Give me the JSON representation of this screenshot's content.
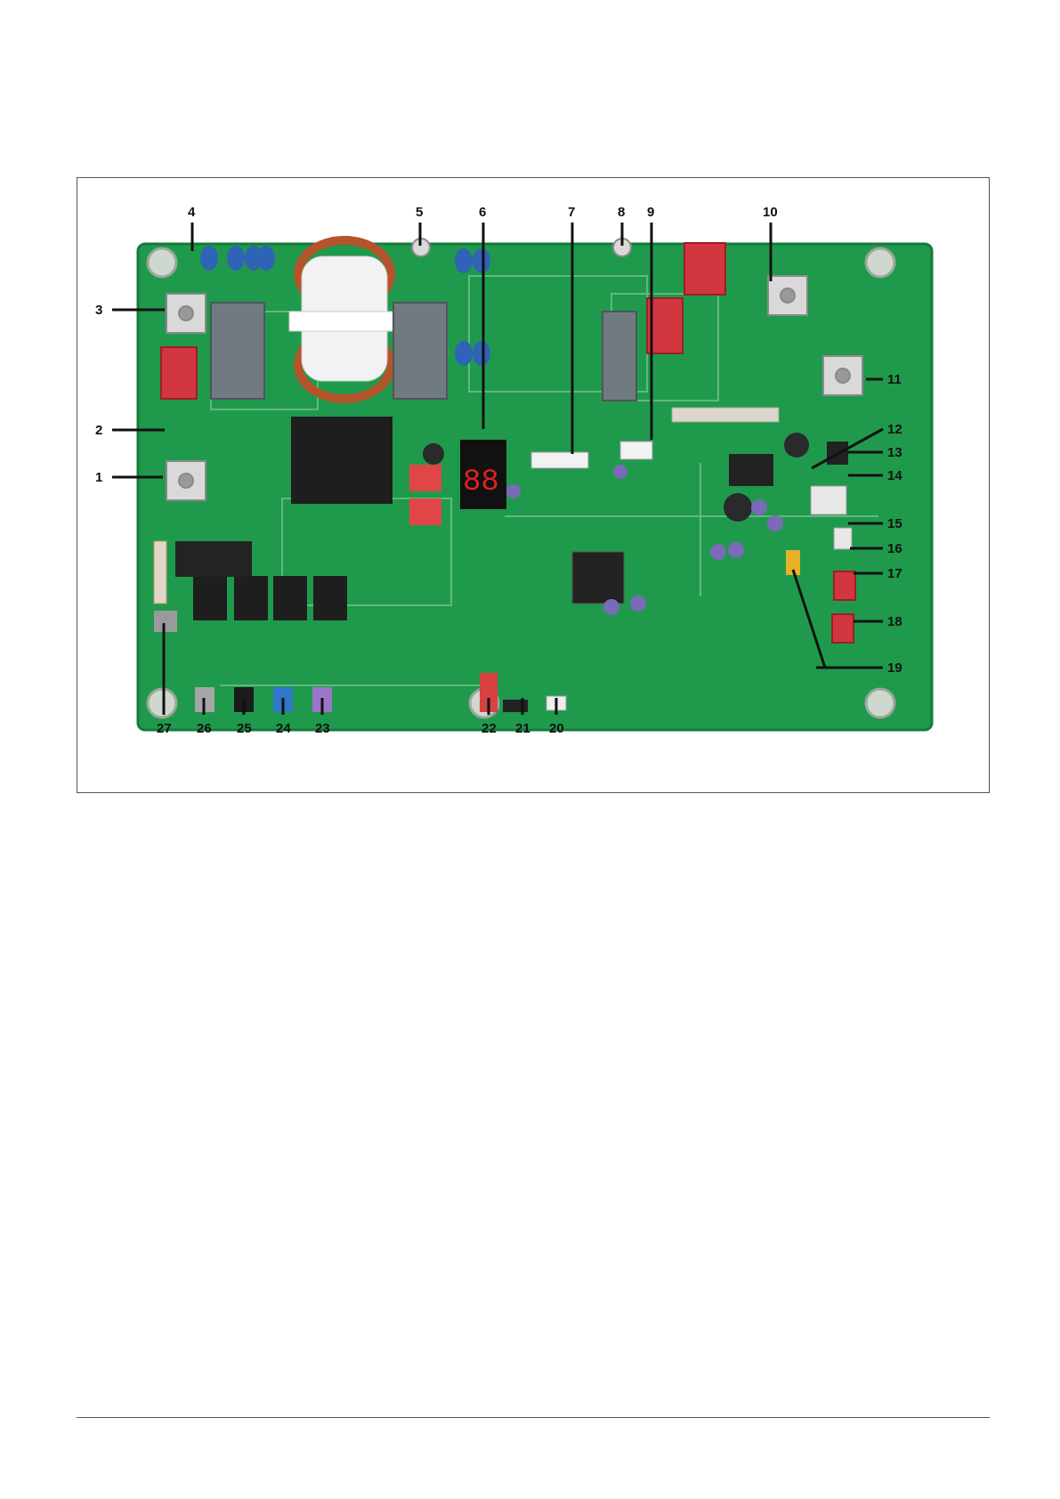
{
  "figure": {
    "board_color": "#1f9a4c",
    "silkscreen_color": "#e8f3ea",
    "callouts": [
      {
        "label": "1",
        "side": "left"
      },
      {
        "label": "2",
        "side": "left"
      },
      {
        "label": "3",
        "side": "left"
      },
      {
        "label": "4",
        "side": "top"
      },
      {
        "label": "5",
        "side": "top"
      },
      {
        "label": "6",
        "side": "top"
      },
      {
        "label": "7",
        "side": "top"
      },
      {
        "label": "8",
        "side": "top"
      },
      {
        "label": "9",
        "side": "top"
      },
      {
        "label": "10",
        "side": "top"
      },
      {
        "label": "11",
        "side": "right"
      },
      {
        "label": "12",
        "side": "right"
      },
      {
        "label": "13",
        "side": "right"
      },
      {
        "label": "14",
        "side": "right"
      },
      {
        "label": "15",
        "side": "right"
      },
      {
        "label": "16",
        "side": "right"
      },
      {
        "label": "17",
        "side": "right"
      },
      {
        "label": "18",
        "side": "right"
      },
      {
        "label": "19",
        "side": "right"
      },
      {
        "label": "20",
        "side": "bottom"
      },
      {
        "label": "21",
        "side": "bottom"
      },
      {
        "label": "22",
        "side": "bottom"
      },
      {
        "label": "23",
        "side": "bottom"
      },
      {
        "label": "24",
        "side": "bottom"
      },
      {
        "label": "25",
        "side": "bottom"
      },
      {
        "label": "26",
        "side": "bottom"
      },
      {
        "label": "27",
        "side": "bottom"
      }
    ]
  }
}
